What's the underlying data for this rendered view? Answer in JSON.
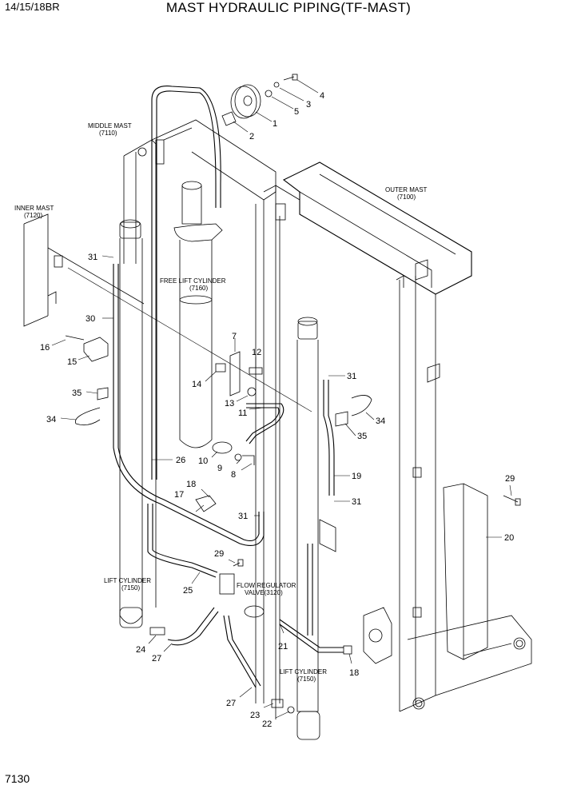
{
  "header": {
    "model": "14/15/18BR",
    "title": "MAST HYDRAULIC PIPING(TF-MAST)"
  },
  "page_number": "7130",
  "assemblies": {
    "middle_mast": [
      "MIDDLE MAST",
      "(7110)"
    ],
    "inner_mast": [
      "INNER MAST",
      "(7120)"
    ],
    "outer_mast": [
      "OUTER MAST",
      "(7100)"
    ],
    "free_lift_cylinder": [
      "FREE LIFT CYLINDER",
      "(7160)"
    ],
    "lift_cylinder_left": [
      "LIFT CYLINDER",
      "(7150)"
    ],
    "lift_cylinder_right": [
      "LIFT CYLINDER",
      "(7150)"
    ],
    "flow_regulator": [
      "FLOW REGULATOR",
      "VALVE(3120)"
    ]
  },
  "callouts": {
    "c1": "1",
    "c2": "2",
    "c3": "3",
    "c4": "4",
    "c5": "5",
    "c7": "7",
    "c8": "8",
    "c9": "9",
    "c10": "10",
    "c11": "11",
    "c12": "12",
    "c13": "13",
    "c14": "14",
    "c15": "15",
    "c16": "16",
    "c17": "17",
    "c18a": "18",
    "c18b": "18",
    "c19": "19",
    "c20": "20",
    "c21": "21",
    "c22": "22",
    "c23": "23",
    "c24": "24",
    "c25": "25",
    "c26": "26",
    "c27a": "27",
    "c27b": "27",
    "c29a": "29",
    "c29b": "29",
    "c30": "30",
    "c31a": "31",
    "c31b": "31",
    "c31c": "31",
    "c31d": "31",
    "c34a": "34",
    "c34b": "34",
    "c35a": "35",
    "c35b": "35"
  }
}
